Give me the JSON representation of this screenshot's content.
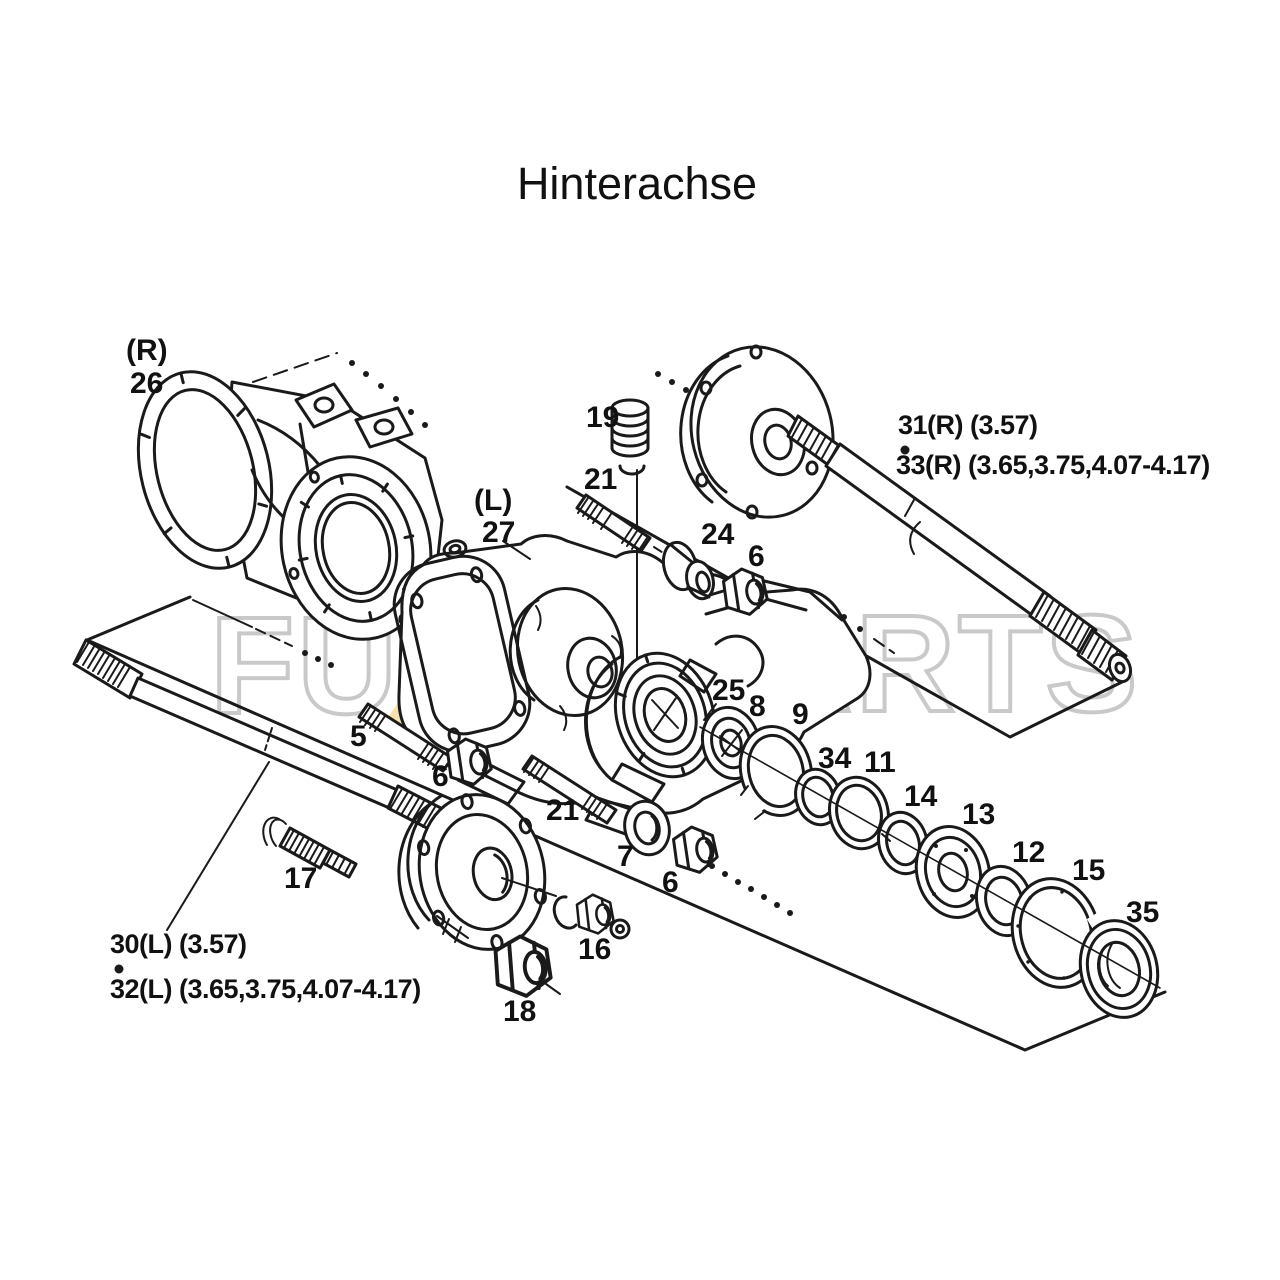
{
  "title": "Hinterachse",
  "watermark": {
    "left": "FU",
    "x1": "X",
    "x2": "X",
    "right": "PARTS",
    "x_color": "#f6e2ae",
    "outline_color": "#c9c9c9"
  },
  "colors": {
    "line": "#1a1a1a",
    "background": "#ffffff",
    "watermark_x": "#f6e2ae",
    "watermark_outline": "#c9c9c9"
  },
  "labels": {
    "side_r": "(R)",
    "part26": "26",
    "part19": "19",
    "side_l": "(L)",
    "part27": "27",
    "part21_upper": "21",
    "part24": "24",
    "part6_upper": "6",
    "part31": "31(R) (3.57)",
    "part33": "33(R) (3.65,3.75,4.07-4.17)",
    "part25": "25",
    "part8": "8",
    "part9": "9",
    "part34": "34",
    "part11": "11",
    "part14": "14",
    "part13": "13",
    "part12": "12",
    "part15": "15",
    "part35": "35",
    "part5": "5",
    "part6_mid": "6",
    "part21_lower": "21",
    "part7": "7",
    "part6_lower": "6",
    "part17": "17",
    "part16": "16",
    "part18": "18",
    "part30": "30(L) (3.57)",
    "part32": "32(L) (3.65,3.75,4.07-4.17)"
  }
}
